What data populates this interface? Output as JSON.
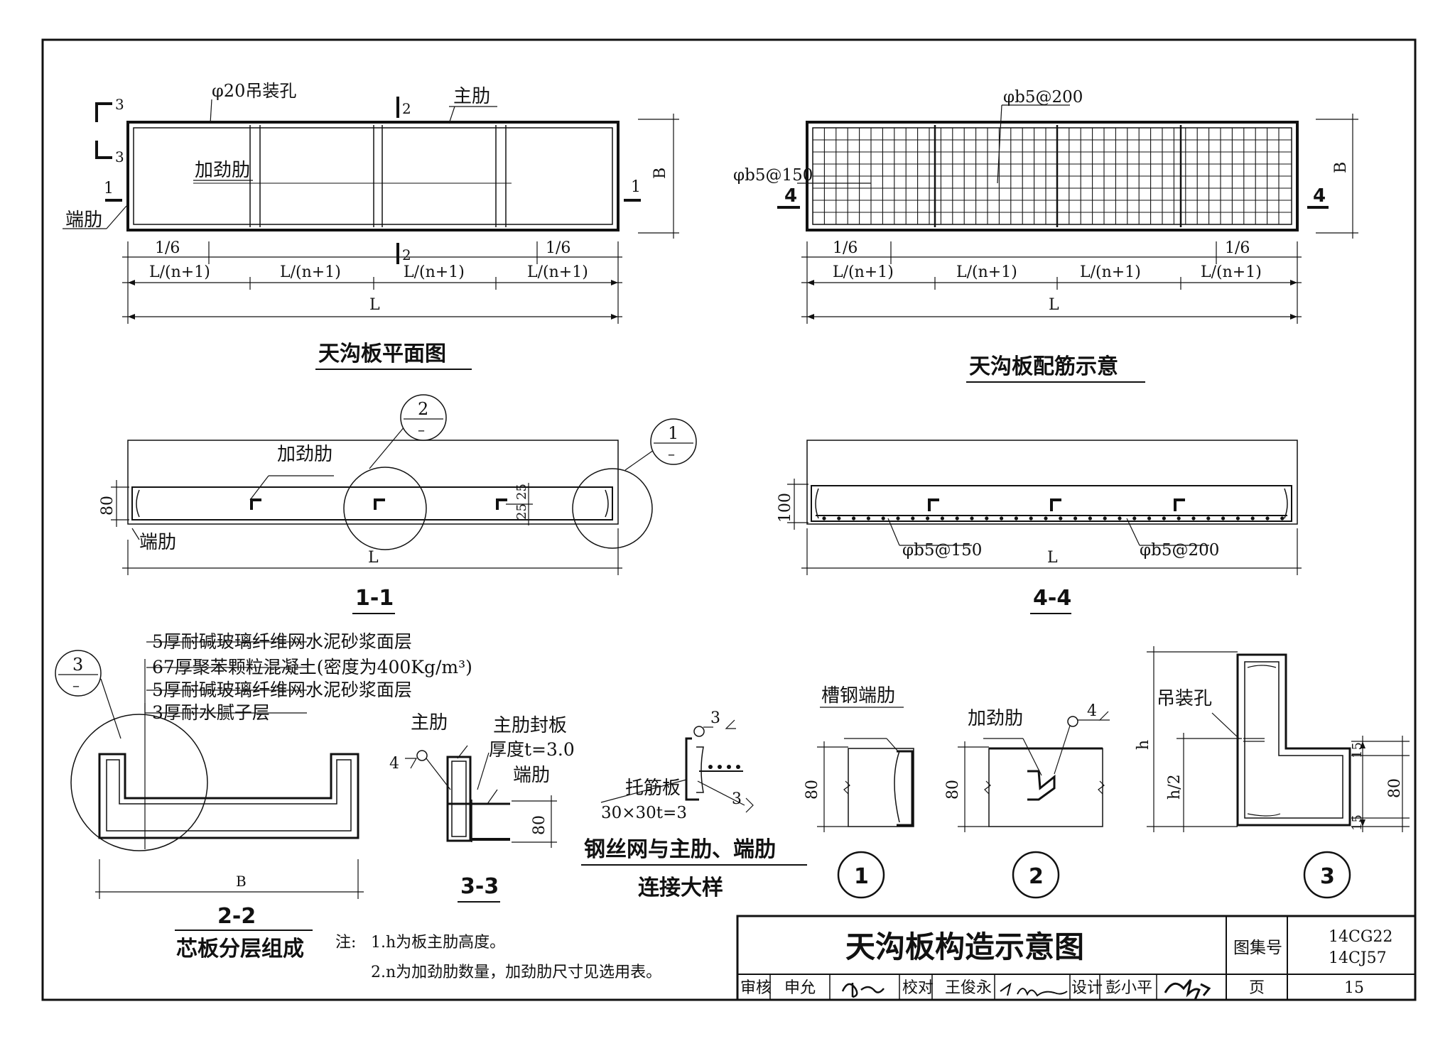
{
  "plan": {
    "title": "天沟板平面图",
    "hoist_hole": "φ20吊装孔",
    "main_rib": "主肋",
    "stiffener": "加劲肋",
    "end_rib": "端肋",
    "section_1": "1",
    "section_2": "2",
    "section_3": "3",
    "dim_sixth": "1/6",
    "dim_span": "L/(n+1)",
    "dim_L": "L",
    "dim_B": "B"
  },
  "rebar": {
    "title": "天沟板配筋示意",
    "mesh_200": "φb5@200",
    "mesh_150": "φb5@150",
    "section_4": "4",
    "dim_sixth": "1/6",
    "dim_span": "L/(n+1)",
    "dim_L": "L",
    "dim_B": "B"
  },
  "sec11": {
    "title": "1-1",
    "stiffener": "加劲肋",
    "end_rib": "端肋",
    "dim_80": "80",
    "dim_25a": "25",
    "dim_25b": "25",
    "dim_L": "L",
    "detail1_num": "1",
    "detail1_sheet": "–",
    "detail2_num": "2",
    "detail2_sheet": "–"
  },
  "sec44": {
    "title": "4-4",
    "dim_100": "100",
    "mesh_150": "φb5@150",
    "mesh_200": "φb5@200",
    "dim_L": "L"
  },
  "sec22": {
    "title": "2-2",
    "subtitle": "芯板分层组成",
    "layers": [
      "5厚耐碱玻璃纤维网水泥砂浆面层",
      "67厚聚苯颗粒混凝土(密度为400Kg/m³)",
      "5厚耐碱玻璃纤维网水泥砂浆面层",
      "3厚耐水腻子层"
    ],
    "dim_B": "B",
    "detail3_num": "3",
    "detail3_sheet": "–"
  },
  "sec33": {
    "title": "3-3",
    "main_rib": "主肋",
    "seal_plate": "主肋封板",
    "thickness": "厚度t=3.0",
    "end_rib": "端肋",
    "weld": "4",
    "dim_80": "80"
  },
  "mesh_detail": {
    "title_line1": "钢丝网与主肋、端肋",
    "title_line2": "连接大样",
    "support_plate": "托筋板",
    "plate_size": "30×30t=3",
    "weld_a": "3",
    "weld_b": "3"
  },
  "detail1": {
    "label": "槽钢端肋",
    "dim_80": "80",
    "num": "1"
  },
  "detail2": {
    "label": "加劲肋",
    "weld": "4",
    "dim_80": "80",
    "num": "2"
  },
  "detail3": {
    "label": "吊装孔",
    "dim_h": "h",
    "dim_h2": "h/2",
    "dim_15a": "15",
    "dim_15b": "15",
    "dim_80": "80",
    "num": "3"
  },
  "notes": {
    "prefix": "注:",
    "items": [
      "1.h为板主肋高度。",
      "2.n为加劲肋数量，加劲肋尺寸见选用表。"
    ]
  },
  "title_block": {
    "title": "天沟板构造示意图",
    "atlas_label": "图集号",
    "atlas_no_1": "14CG22",
    "atlas_no_2": "14CJ57",
    "page_label": "页",
    "page_no": "15",
    "review_label": "审核",
    "reviewer": "申允",
    "check_label": "校对",
    "checker": "王俊永",
    "design_label": "设计",
    "designer": "彭小平"
  }
}
